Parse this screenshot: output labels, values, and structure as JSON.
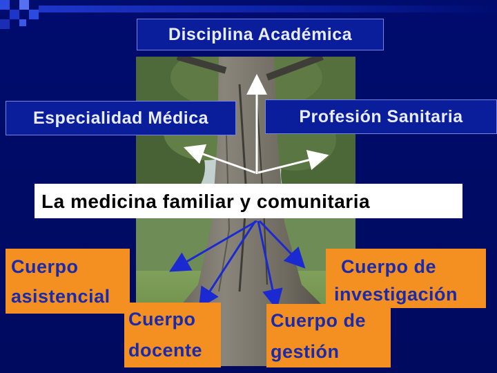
{
  "header": {
    "disciplina": "Disciplina Académica"
  },
  "boxes": {
    "especialidad": "Especialidad Médica",
    "profesion": "Profesión Sanitaria",
    "medicina": "La medicina familiar y comunitaria"
  },
  "cuerpos": {
    "asistencial": [
      "Cuerpo",
      "asistencial"
    ],
    "docente": [
      "Cuerpo",
      "docente"
    ],
    "investigacion": [
      "Cuerpo de",
      "investigación"
    ],
    "gestion": [
      "Cuerpo de",
      "gestión"
    ]
  },
  "colors": {
    "background": "#000c6e",
    "blue_box": "#0a1d9a",
    "orange_box": "#f39021",
    "orange_text": "#1a2aa8",
    "arrow_white": "#ffffff",
    "arrow_blue": "#1a2ad0"
  }
}
